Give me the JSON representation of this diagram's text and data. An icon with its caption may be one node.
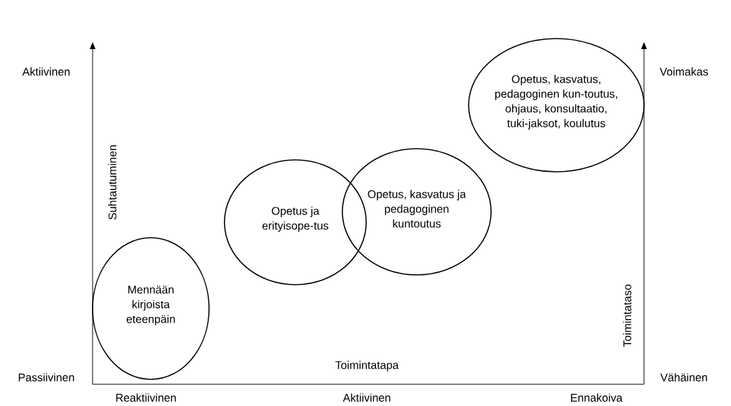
{
  "diagram": {
    "nodes": [
      {
        "text": [
          "Mennään kirjoista eteenpäin"
        ]
      },
      {
        "text": [
          "Opetus ja erityisope-tus"
        ]
      },
      {
        "text": [
          "Opetus, kasvatus ja pedagoginen kuntoutus"
        ]
      },
      {
        "text": [
          "Opetus, kasvatus, pedagoginen kun-toutus, ohjaus, konsultaatio, tuki-jaksot, koulutus"
        ]
      }
    ],
    "labels": [
      "Aktiivinen",
      "Voimakas",
      "Suhtautuminen",
      "Toimintataso",
      "Toimintatapa",
      "Passiivinen",
      "Vähäinen",
      "Reaktiivinen",
      "Aktiivinen",
      "Ennakoiva"
    ]
  }
}
